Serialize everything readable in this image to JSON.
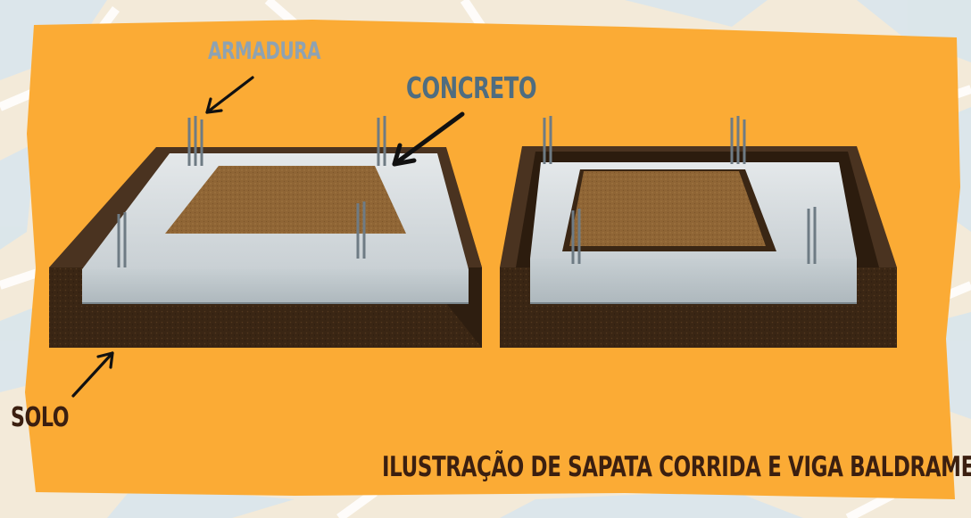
{
  "labels": {
    "armadura": "ARMADURA",
    "concreto": "CONCRETO",
    "solo": "SOLO"
  },
  "caption": "ILUSTRAÇÃO DE SAPATA CORRIDA E VIGA BALDRAME",
  "colors": {
    "panel": "#fbab35",
    "background": "#f3ead9",
    "soil": "#3a2614",
    "concrete": "#d7dde0",
    "armadura_label": "#8ea2b2",
    "concreto_label": "#4f6d80",
    "dark_text": "#3b1f10"
  }
}
